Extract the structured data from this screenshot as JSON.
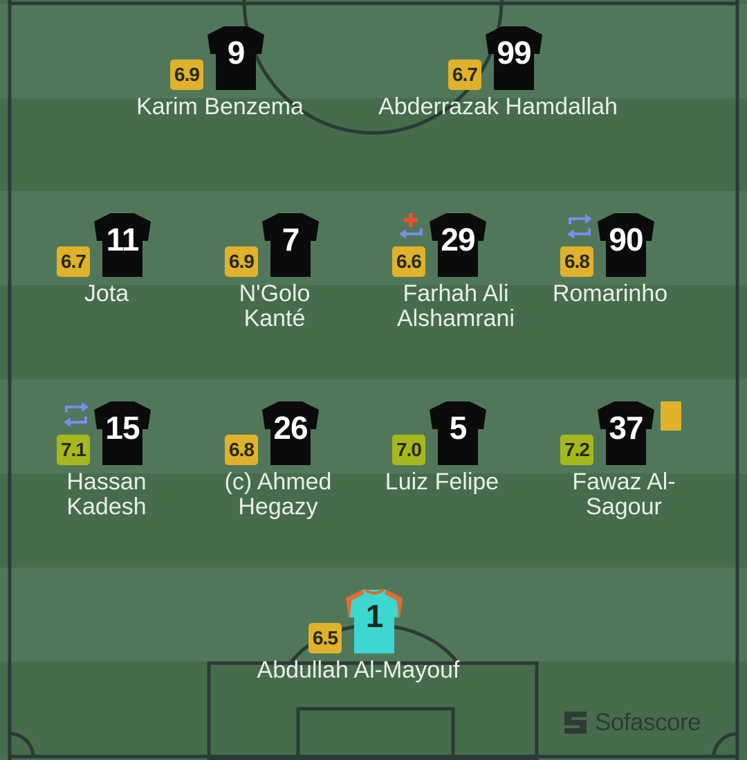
{
  "colors": {
    "rating_yellow": "#e0b22c",
    "rating_green": "#a6b81d",
    "pitch_light": "#51775a",
    "pitch_dark": "#476c4c",
    "line": "#2b3a37",
    "outfield_jersey": "#0b0b0b",
    "gk_jersey": "#3ed6d0",
    "gk_trim": "#e6692f",
    "sub_icon": "#7b8cf0",
    "injury_cross": "#e8532f",
    "yellow_card": "#e0b22c"
  },
  "brand": {
    "name": "Sofascore",
    "icon": "sofascore-logo-icon"
  },
  "players": {
    "benzema": {
      "number": "9",
      "rating": "6.9",
      "name": "Karim Benzema"
    },
    "hamdallah": {
      "number": "99",
      "rating": "6.7",
      "name": "Abderrazak Hamdallah"
    },
    "jota": {
      "number": "11",
      "rating": "6.7",
      "name": "Jota"
    },
    "kante": {
      "number": "7",
      "rating": "6.9",
      "name": "N'Golo Kanté"
    },
    "farhah": {
      "number": "29",
      "rating": "6.6",
      "name": "Farhah Ali Alshamrani",
      "icons": [
        "injury-icon",
        "substitution-icon"
      ]
    },
    "romarinho": {
      "number": "90",
      "rating": "6.8",
      "name": "Romarinho",
      "icons": [
        "substitution-icon"
      ]
    },
    "kadesh": {
      "number": "15",
      "rating": "7.1",
      "name": "Hassan Kadesh",
      "icons": [
        "substitution-icon"
      ]
    },
    "hegazy": {
      "number": "26",
      "rating": "6.8",
      "name": "(c) Ahmed Hegazy"
    },
    "felipe": {
      "number": "5",
      "rating": "7.0",
      "name": "Luiz Felipe"
    },
    "sagour": {
      "number": "37",
      "rating": "7.2",
      "name": "Fawaz Al-Sagour",
      "icons": [
        "yellow-card-icon"
      ]
    },
    "mayouf": {
      "number": "1",
      "rating": "6.5",
      "name": "Abdullah Al-Mayouf",
      "goalkeeper": true
    }
  }
}
